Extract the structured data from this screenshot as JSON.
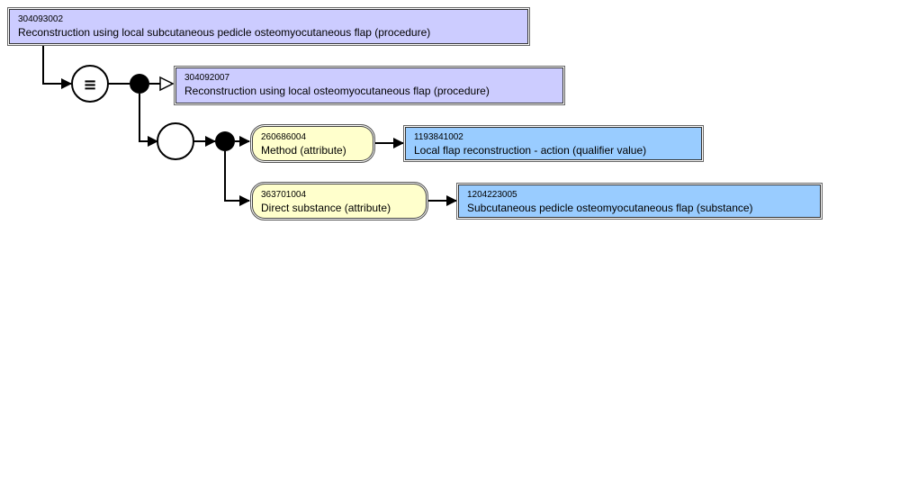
{
  "focus_concept": {
    "sctid": "304093002",
    "term": "Reconstruction using local subcutaneous pedicle osteomyocutaneous flap (procedure)",
    "fill_color": "#ccccff"
  },
  "definition_status_symbol": "≡",
  "parent_concept": {
    "sctid": "304092007",
    "term": "Reconstruction using local osteomyocutaneous flap (procedure)",
    "fill_color": "#ccccff"
  },
  "relationships": [
    {
      "attribute": {
        "sctid": "260686004",
        "term": "Method (attribute)",
        "fill_color": "#ffffcc"
      },
      "value": {
        "sctid": "1193841002",
        "term": "Local flap reconstruction - action (qualifier value)",
        "fill_color": "#99ccff"
      }
    },
    {
      "attribute": {
        "sctid": "363701004",
        "term": "Direct substance (attribute)",
        "fill_color": "#ffffcc"
      },
      "value": {
        "sctid": "1204223005",
        "term": "Subcutaneous pedicle osteomyocutaneous flap (substance)",
        "fill_color": "#99ccff"
      }
    }
  ]
}
